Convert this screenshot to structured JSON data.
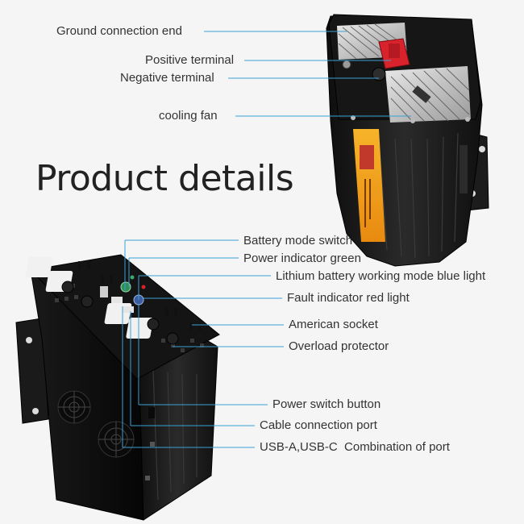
{
  "heading": "Product details",
  "top_labels": {
    "ground": "Ground connection end",
    "positive": "Positive terminal",
    "negative": "Negative terminal",
    "fan": "cooling fan"
  },
  "front_labels": {
    "battery_mode_switch": "Battery mode switch",
    "power_indicator": "Power indicator green",
    "lithium_light": "Lithium battery working mode blue light",
    "fault_light": "Fault indicator red light",
    "american_socket": "American socket",
    "overload": "Overload protector",
    "power_switch": "Power switch button",
    "cable_port": "Cable connection port",
    "usb_port": "USB-A,USB-C  Combination of port"
  },
  "colors": {
    "leader_line": "#3da0d6",
    "body": "#1b1b1b",
    "warning_label": "#f2a31c",
    "terminal_red": "#d8222c"
  }
}
